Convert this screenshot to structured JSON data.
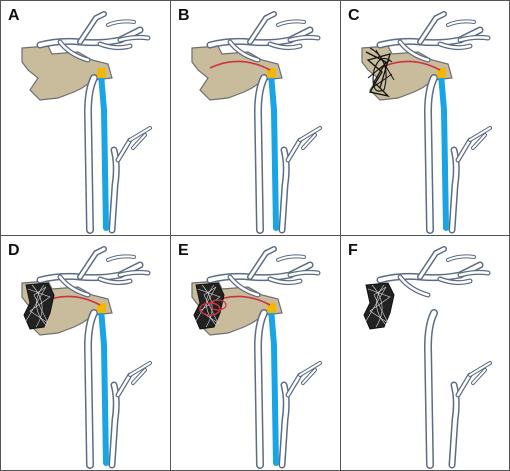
{
  "panels": [
    {
      "label": "A",
      "catheter": false,
      "coil": "none",
      "tumor_visible": true,
      "drainage_visible": true
    },
    {
      "label": "B",
      "catheter": true,
      "coil": "none",
      "tumor_visible": true,
      "drainage_visible": true
    },
    {
      "label": "C",
      "catheter": true,
      "coil": "loose",
      "tumor_visible": true,
      "drainage_visible": true
    },
    {
      "label": "D",
      "catheter": true,
      "coil": "dense",
      "tumor_visible": true,
      "drainage_visible": true
    },
    {
      "label": "E",
      "catheter": true,
      "coil": "dense-with-loops",
      "tumor_visible": true,
      "drainage_visible": true
    },
    {
      "label": "F",
      "catheter": false,
      "coil": "dense",
      "tumor_visible": false,
      "drainage_visible": false
    }
  ],
  "colors": {
    "vessel_outline": "#5d6b85",
    "vessel_fill": "#ffffff",
    "tumor_fill": "#c8bc9c",
    "tumor_outline": "#6f6f6f",
    "drain_blue": "#19a4e6",
    "drain_yellow": "#f2b705",
    "catheter_red": "#cc3340",
    "coil_black": "#111111",
    "grid_line": "#555555"
  }
}
